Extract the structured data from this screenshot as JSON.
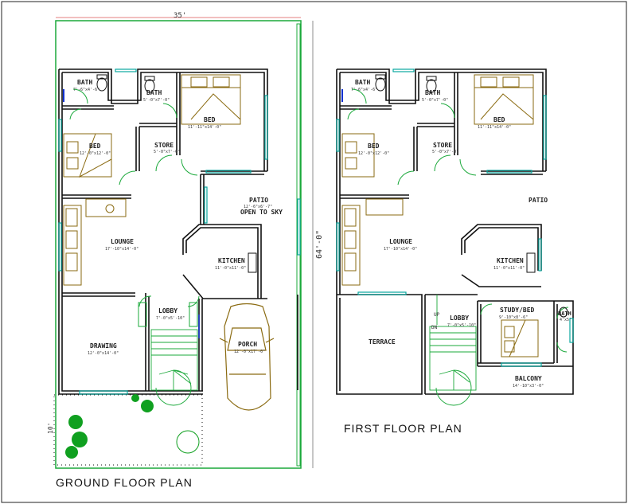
{
  "dimension_width": "35'",
  "dimension_height": "64'-0\"",
  "dimension_front": "10'",
  "ground_floor": {
    "title": "GROUND FLOOR PLAN",
    "rooms": {
      "bath1": {
        "name": "BATH",
        "size": "7'-6\"x4'-6\""
      },
      "bath2": {
        "name": "BATH",
        "size": "5'-0\"x7'-0\""
      },
      "bed1": {
        "name": "BED",
        "size": "11'-11\"x14'-0\""
      },
      "bed2": {
        "name": "BED",
        "size": "12'-0\"x12'-0\""
      },
      "store": {
        "name": "STORE",
        "size": "5'-0\"x7'-0\""
      },
      "patio": {
        "name": "PATIO",
        "size": "12'-6\"x6'-7\"",
        "note": "OPEN TO SKY"
      },
      "lounge": {
        "name": "LOUNGE",
        "size": "17'-10\"x14'-0\""
      },
      "kitchen": {
        "name": "KITCHEN",
        "size": "11'-0\"x11'-0\""
      },
      "lobby": {
        "name": "LOBBY",
        "size": "7'-0\"x5'-10\""
      },
      "drawing": {
        "name": "DRAWING",
        "size": "12'-0\"x14'-0\""
      },
      "porch": {
        "name": "PORCH",
        "size": "12'-0\"x17'-0\""
      }
    }
  },
  "first_floor": {
    "title": "FIRST FLOOR PLAN",
    "rooms": {
      "bath1": {
        "name": "BATH",
        "size": "7'-6\"x4'-6\""
      },
      "bath2": {
        "name": "BATH",
        "size": "5'-0\"x7'-0\""
      },
      "bed1": {
        "name": "BED",
        "size": "11'-11\"x14'-0\""
      },
      "bed2": {
        "name": "BED",
        "size": "12'-0\"x12'-0\""
      },
      "store": {
        "name": "STORE",
        "size": "5'-0\"x7'-0\""
      },
      "patio": {
        "name": "PATIO"
      },
      "lounge": {
        "name": "LOUNGE",
        "size": "17'-10\"x14'-0\""
      },
      "kitchen": {
        "name": "KITCHEN",
        "size": "11'-0\"x11'-0\""
      },
      "lobby": {
        "name": "LOBBY",
        "size": "7'-0\"x5'-10\""
      },
      "terrace": {
        "name": "TERRACE"
      },
      "study": {
        "name": "STUDY/BED",
        "size": "9'-10\"x8'-6\""
      },
      "bath3": {
        "name": "BATH",
        "size": "4'x5'"
      },
      "balcony": {
        "name": "BALCONY",
        "size": "14'-10\"x3'-0\""
      },
      "up": "UP",
      "dn": "DN"
    }
  },
  "colors": {
    "wall": "#111111",
    "opening": "#0aa8a0",
    "door": "#1aa83a",
    "furniture": "#8a6a10",
    "plant": "#10a020",
    "boundary": "#1aa83a",
    "window_blue": "#1030d0"
  }
}
